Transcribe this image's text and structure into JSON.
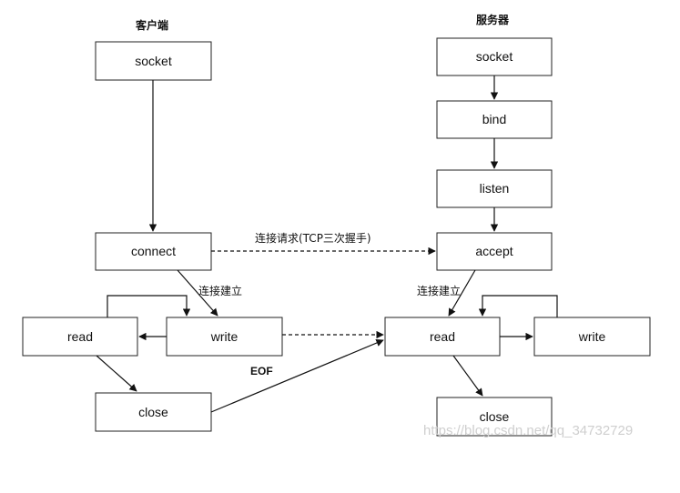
{
  "client": {
    "title": "客户端",
    "socket": "socket",
    "connect": "connect",
    "read": "read",
    "write": "write",
    "close": "close"
  },
  "server": {
    "title": "服务器",
    "socket": "socket",
    "bind": "bind",
    "listen": "listen",
    "accept": "accept",
    "read": "read",
    "write": "write",
    "close": "close"
  },
  "edges": {
    "connect_request": "连接请求(TCP三次握手)",
    "client_established": "连接建立",
    "server_established": "连接建立",
    "eof": "EOF"
  },
  "watermark": "https://blog.csdn.net/qq_34732729"
}
